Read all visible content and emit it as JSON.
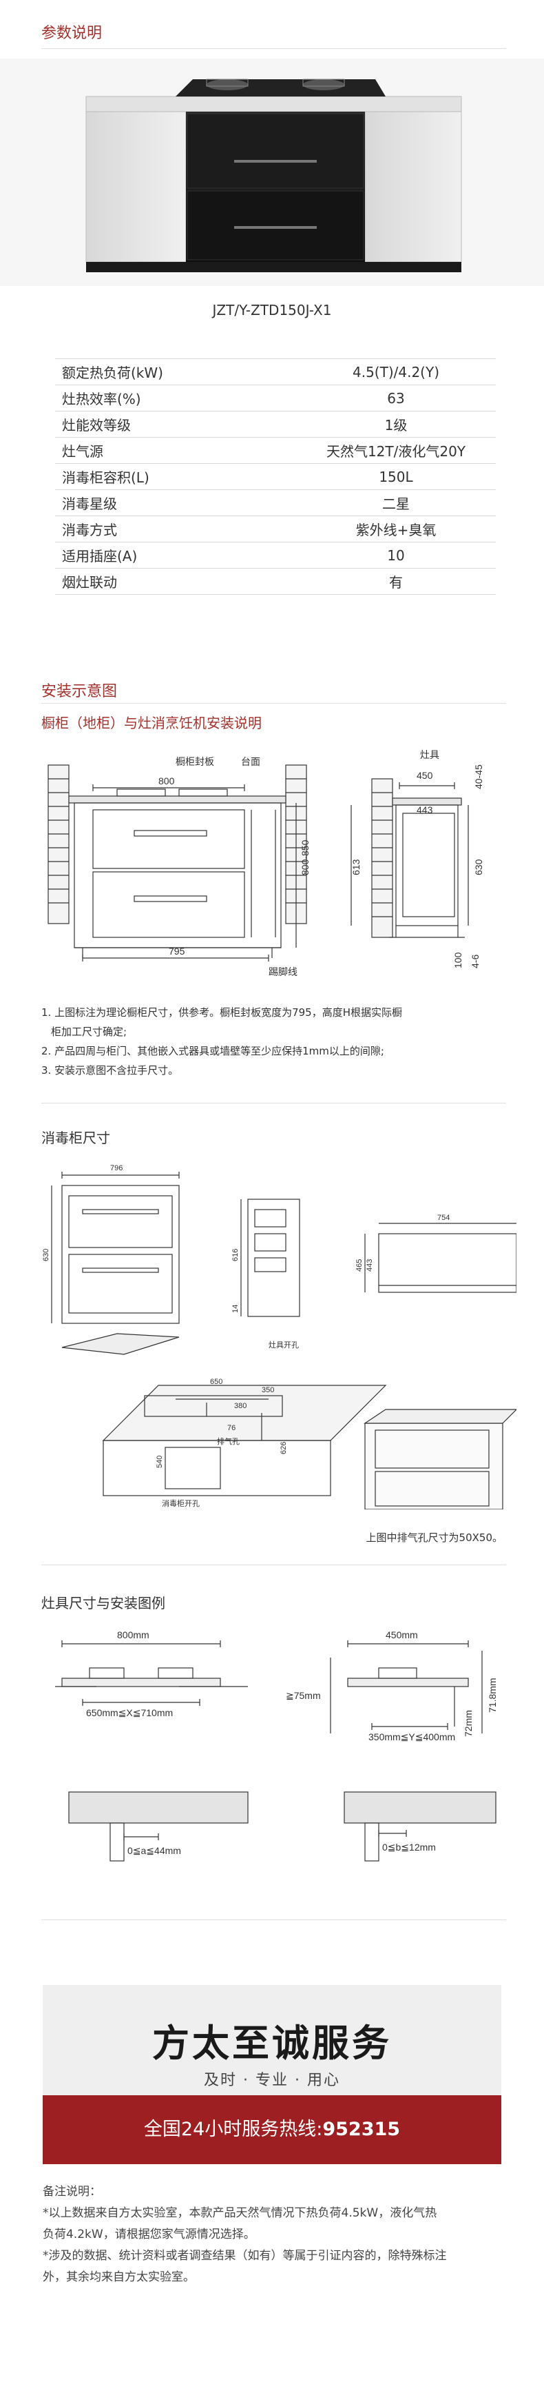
{
  "sections": {
    "params": "参数说明",
    "install": "安装示意图",
    "cabinet_size": "消毒柜尺寸",
    "stove_size": "灶具尺寸与安装图例"
  },
  "model": "JZT/Y-ZTD150J-X1",
  "specs": [
    {
      "label": "额定热负荷(kW)",
      "value": "4.5(T)/4.2(Y)"
    },
    {
      "label": "灶热效率(%)",
      "value": "63"
    },
    {
      "label": "灶能效等级",
      "value": "1级"
    },
    {
      "label": "灶气源",
      "value": "天然气12T/液化气20Y"
    },
    {
      "label": "消毒柜容积(L)",
      "value": "150L"
    },
    {
      "label": "消毒星级",
      "value": "二星"
    },
    {
      "label": "消毒方式",
      "value": "紫外线+臭氧"
    },
    {
      "label": "适用插座(A)",
      "value": "10"
    },
    {
      "label": "烟灶联动",
      "value": "有"
    }
  ],
  "install": {
    "subtitle": "橱柜（地柜）与灶消烹饪机安装说明",
    "labels": {
      "sealing": "橱柜封板",
      "countertop": "台面",
      "stove": "灶具",
      "kick": "踢脚线",
      "w800": "800",
      "w795": "795",
      "h800_850": "800-850",
      "w450": "450",
      "w443": "443",
      "d40_45": "40-45",
      "h613": "613",
      "h630": "630",
      "h100": "100",
      "d4_6": "4-6"
    },
    "notes": [
      "1. 上图标注为理论橱柜尺寸，供参考。橱柜封板宽度为795，高度H根据实际橱",
      "柜加工尺寸确定;",
      "2. 产品四周与柜门、其他嵌入式器具或墙壁等至少应保持1mm以上的间隙;",
      "3. 安装示意图不含拉手尺寸。"
    ]
  },
  "cabinet": {
    "labels": {
      "w796": "796",
      "h630": "630",
      "h616": "616",
      "h14": "14",
      "w754": "754",
      "h465": "465",
      "h443": "443",
      "stove_hole": "灶具开孔",
      "w650": "650",
      "w380": "380",
      "d350": "350",
      "d76": "76",
      "vent": "排气孔",
      "h540": "540",
      "h626": "626",
      "cab_hole": "消毒柜开孔"
    },
    "note": "上图中排气孔尺寸为50X50。"
  },
  "stove": {
    "labels": {
      "w800": "800mm",
      "w450": "450mm",
      "range1": "650mm≦X≦710mm",
      "range2": "350mm≦Y≦400mm",
      "h75": "≧75mm",
      "h72": "72mm",
      "h71_8": "71.8mm",
      "a": "0≦a≦44mm",
      "b": "0≦b≦12mm"
    }
  },
  "service": {
    "brand": "方太至诚服务",
    "slogan": "及时 · 专业 · 用心",
    "hotline_prefix": "全国24小时服务热线:",
    "hotline_number": "952315"
  },
  "remarks": {
    "title": "备注说明：",
    "lines": [
      "*以上数据来自方太实验室，本款产品天然气情况下热负荷4.5kW，液化气热",
      "负荷4.2kW，请根据您家气源情况选择。",
      "*涉及的数据、统计资料或者调查结果（如有）等属于引证内容的，除特殊标注",
      "外，其余均来自方太实验室。"
    ]
  },
  "colors": {
    "accent": "#a3312b",
    "hotline_bg": "#9e1f22",
    "panel": "#efefef"
  }
}
